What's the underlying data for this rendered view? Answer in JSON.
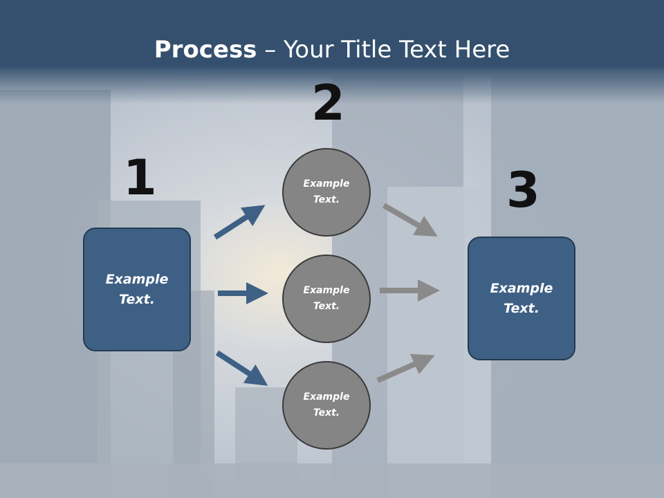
{
  "slide": {
    "title_bold": "Process",
    "title_rest": " – Your Title Text Here"
  },
  "steps": [
    {
      "number": "1",
      "text": "Example\nText."
    },
    {
      "number": "2",
      "items": [
        "Example\nText.",
        "Example\nText.",
        "Example\nText."
      ]
    },
    {
      "number": "3",
      "text": "Example\nText."
    }
  ],
  "colors": {
    "header": "#34506e",
    "box_fill": "#3f6085",
    "circle_fill": "#858585",
    "arrow_blue": "#3f6085",
    "arrow_gray": "#8a8a8a"
  }
}
